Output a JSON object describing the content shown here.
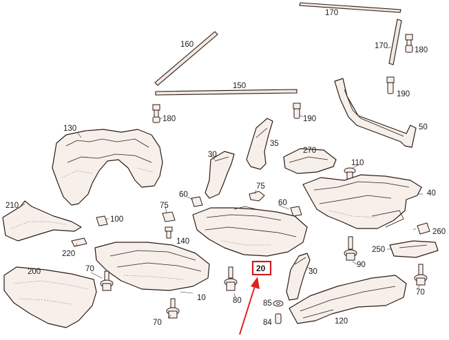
{
  "callouts": {
    "c170a": "170",
    "c170b": "170",
    "c180a": "180",
    "c160": "160",
    "c150": "150",
    "c190a": "190",
    "c180b": "180",
    "c190b": "190",
    "c50": "50",
    "c130": "130",
    "c35": "35",
    "c30a": "30",
    "c270": "270",
    "c110": "110",
    "c40": "40",
    "c75a": "75",
    "c60a": "60",
    "c75b": "75",
    "c60b": "60",
    "c210": "210",
    "c100": "100",
    "c140": "140",
    "c220": "220",
    "c260": "260",
    "c250": "250",
    "c90": "90",
    "c70a": "70",
    "c200": "200",
    "c10": "10",
    "c80": "80",
    "c30b": "30",
    "c85": "85",
    "c84": "84",
    "c120": "120",
    "c70b": "70",
    "c70c": "70"
  },
  "highlight": {
    "label": "20",
    "color": "#d21c1c"
  },
  "colors": {
    "line": "#2a1a14",
    "fill": "#f7efea",
    "arrow": "#e02020"
  }
}
